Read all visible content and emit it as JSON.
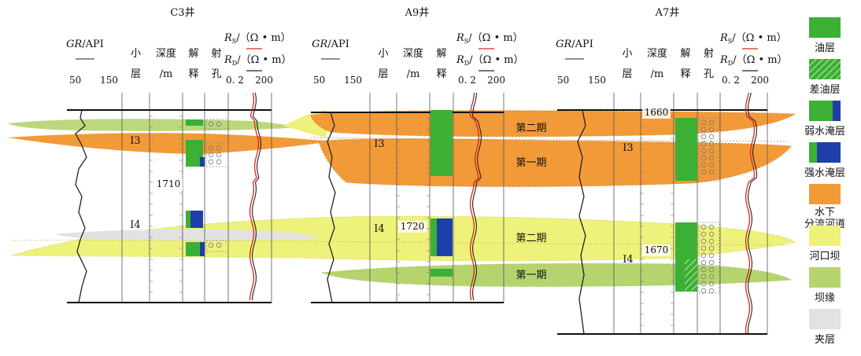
{
  "wells": [
    {
      "name": "C3井",
      "gr_label": "GR",
      "gr_unit": "/API",
      "gr_min": "50",
      "gr_max": "150",
      "col_layer": [
        "小",
        "层"
      ],
      "col_depth": [
        "深度",
        "/m"
      ],
      "col_interp": [
        "解",
        "释"
      ],
      "col_perf": [
        "射",
        "孔"
      ],
      "rs_label": "R",
      "rs_sub": "S",
      "rs_unit": "/（Ω • m）",
      "rd_label": "R",
      "rd_sub": "D",
      "rd_unit": "/（Ω • m）",
      "res_min": "0. 2",
      "res_max": "200",
      "layers": [
        "Ⅰ3",
        "Ⅰ4"
      ],
      "depths": [
        "1710"
      ],
      "periods": []
    },
    {
      "name": "A9井",
      "gr_label": "GR",
      "gr_unit": "/API",
      "gr_min": "50",
      "gr_max": "150",
      "col_layer": [
        "小",
        "层"
      ],
      "col_depth": [
        "深度",
        "/m"
      ],
      "col_interp": [
        "解",
        "释"
      ],
      "rs_label": "R",
      "rs_sub": "S",
      "rs_unit": "/（Ω • m）",
      "rd_label": "R",
      "rd_sub": "D",
      "rd_unit": "/（Ω • m）",
      "res_min": "0. 2",
      "res_max": "200",
      "layers": [
        "Ⅰ3",
        "Ⅰ4"
      ],
      "depths": [
        "1720"
      ],
      "periods": [
        "第二期",
        "第一期",
        "第二期",
        "第一期"
      ]
    },
    {
      "name": "A7井",
      "gr_label": "GR",
      "gr_unit": "/API",
      "gr_min": "50",
      "gr_max": "150",
      "col_layer": [
        "小",
        "层"
      ],
      "col_depth": [
        "深度",
        "/m"
      ],
      "col_interp": [
        "解",
        "释"
      ],
      "col_perf": [
        "射",
        "孔"
      ],
      "rs_label": "R",
      "rs_sub": "S",
      "rs_unit": "/（Ω • m）",
      "rd_label": "R",
      "rd_sub": "D",
      "rd_unit": "/（Ω • m）",
      "res_min": "0. 2",
      "res_max": "200",
      "layers": [
        "Ⅰ3",
        "Ⅰ4"
      ],
      "depths": [
        "1660",
        "1670"
      ],
      "periods": []
    }
  ],
  "legend": [
    {
      "label": "油层",
      "type": "oil"
    },
    {
      "label": "差油层",
      "type": "poor"
    },
    {
      "label": "弱水淹层",
      "type": "weak"
    },
    {
      "label": "强水淹层",
      "type": "strong"
    },
    {
      "label": "水下\n分流河道",
      "type": "channel"
    },
    {
      "label": "河口坝",
      "type": "bar"
    },
    {
      "label": "坝缘",
      "type": "edge"
    },
    {
      "label": "夹层",
      "type": "inter"
    }
  ],
  "colors": {
    "oil": "#3cb034",
    "water": "#1f3fa8",
    "channel": "#f29a38",
    "bar": "#eef17a",
    "edge": "#b5d46e",
    "inter": "#e2e2e2",
    "rs_curve": "#d9261c",
    "rd_curve": "#222222"
  }
}
